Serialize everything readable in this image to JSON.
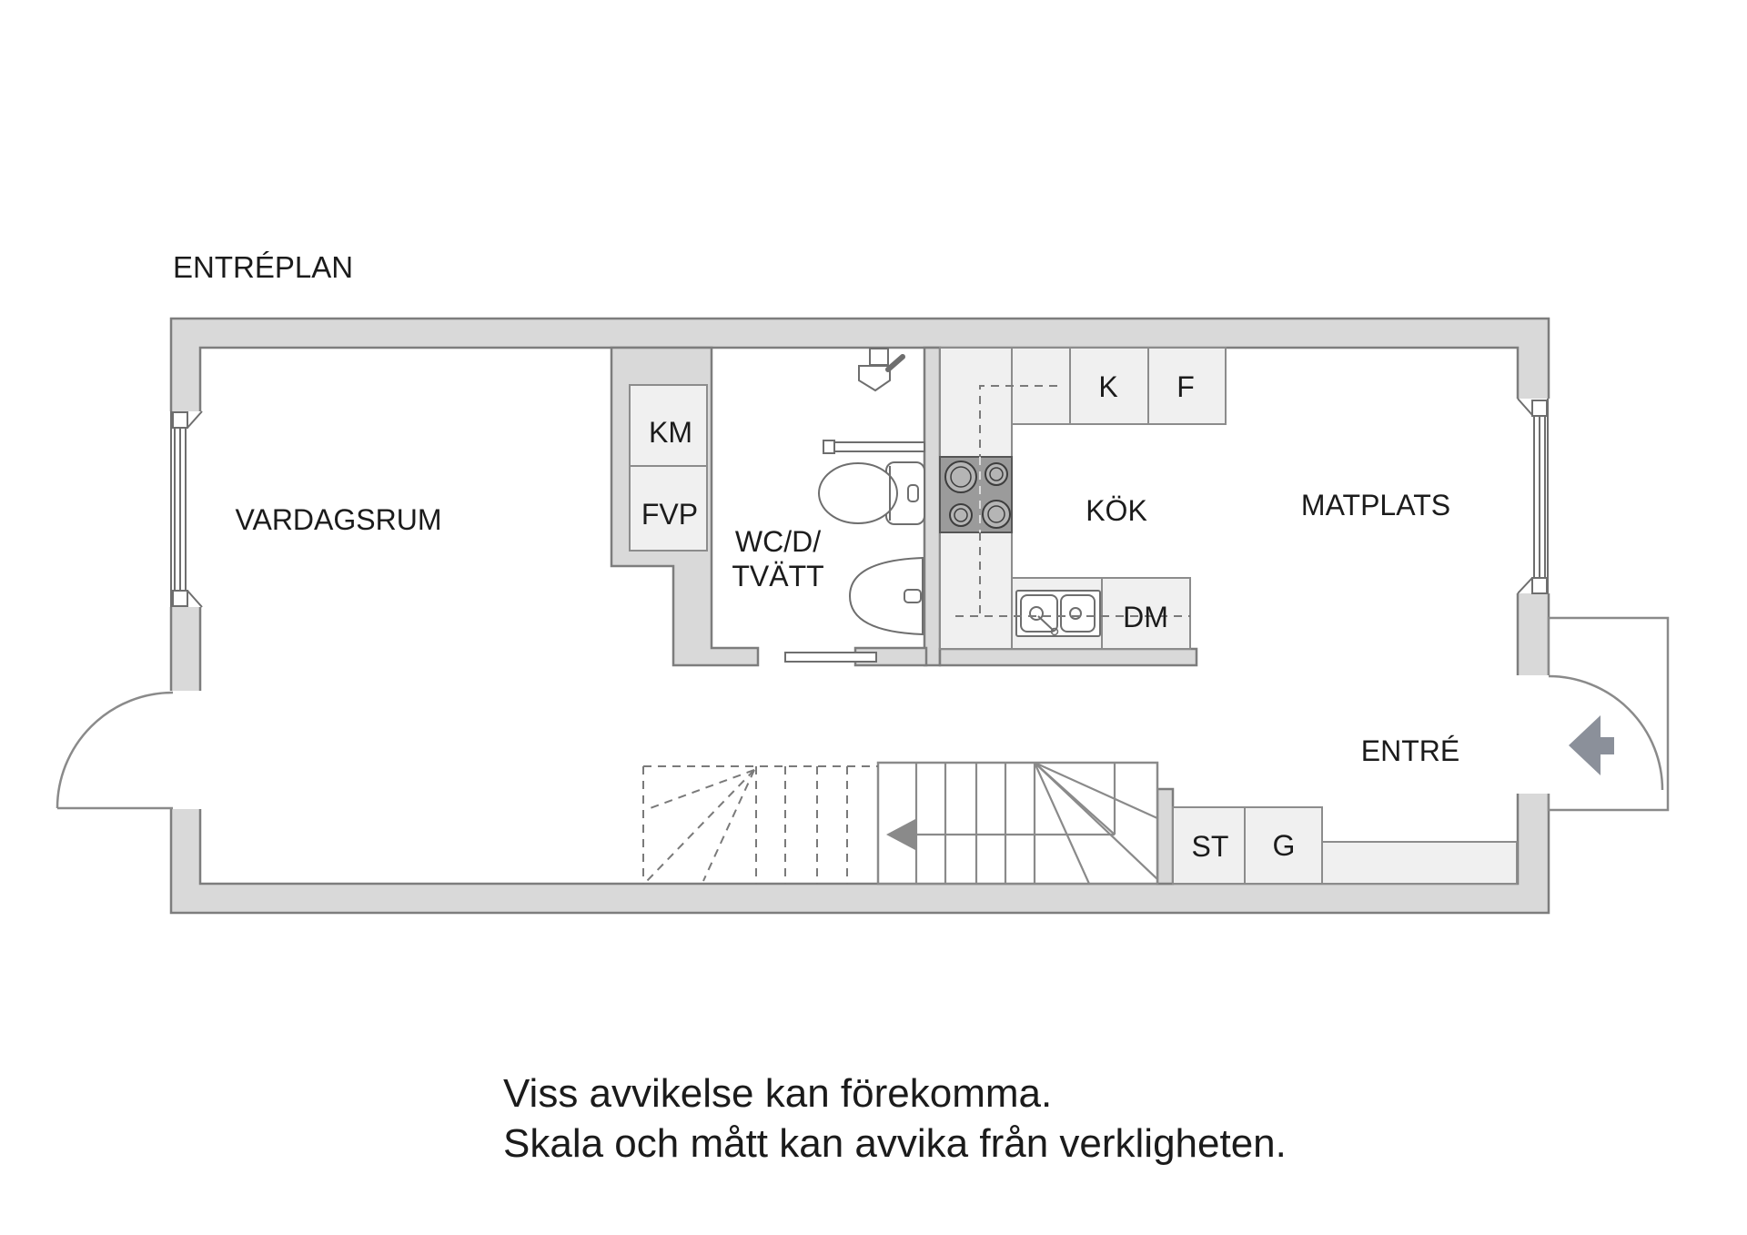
{
  "title": "ENTRÉPLAN",
  "rooms": {
    "vardagsrum": "VARDAGSRUM",
    "wc_line1": "WC/D/",
    "wc_line2": "TVÄTT",
    "kok": "KÖK",
    "matplats": "MATPLATS",
    "entre": "ENTRÉ"
  },
  "units": {
    "km": "KM",
    "fvp": "FVP",
    "k": "K",
    "f": "F",
    "dm": "DM",
    "st": "ST",
    "g": "G"
  },
  "disclaimer": {
    "line1": "Viss avvikelse kan förekomma.",
    "line2": "Skala och mått kan avvika från verkligheten."
  },
  "colors": {
    "wall_fill": "#d9d9d9",
    "wall_stroke": "#7d7d7d",
    "unit_fill": "#f0f0f0",
    "unit_stroke": "#8c8c8c",
    "stove_fill": "#9b9b9b",
    "burner_fill": "#b5b5b5",
    "burner_stroke": "#3d3d3d",
    "fixture_stroke": "#6e6e6e",
    "line_gray": "#8a8a8a",
    "arrow_fill": "#8b909a",
    "text_color": "#1b1b1b",
    "background": "#ffffff"
  }
}
